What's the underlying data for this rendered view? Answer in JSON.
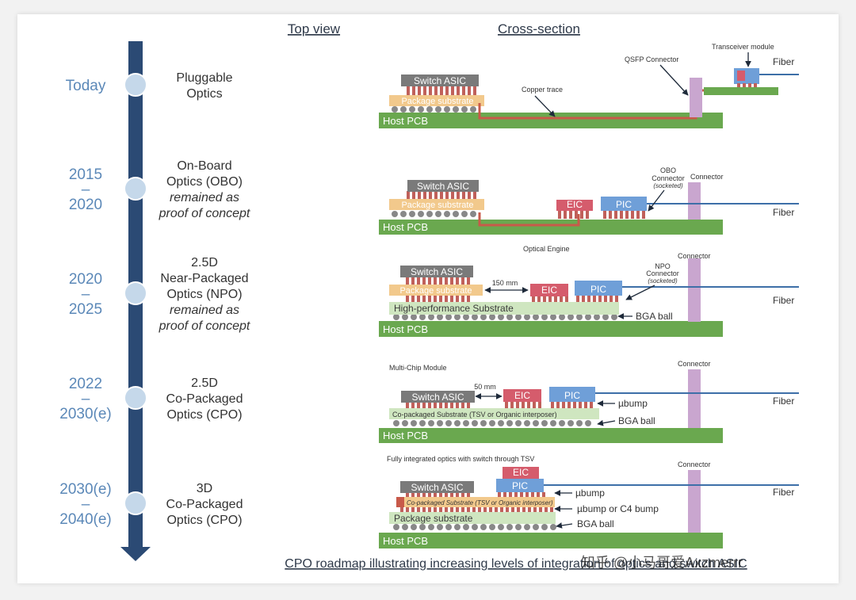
{
  "headers": {
    "top_view": "Top view",
    "cross_section": "Cross-section"
  },
  "timeline": [
    {
      "year_lines": [
        "Today"
      ],
      "stage_lines": [
        "Pluggable",
        "Optics"
      ],
      "italic_lines": []
    },
    {
      "year_lines": [
        "2015",
        "–",
        "2020"
      ],
      "stage_lines": [
        "On-Board",
        "Optics (OBO)"
      ],
      "italic_lines": [
        "remained as",
        "proof of concept"
      ]
    },
    {
      "year_lines": [
        "2020",
        "–",
        "2025"
      ],
      "stage_lines": [
        "2.5D",
        "Near-Packaged",
        "Optics (NPO)"
      ],
      "italic_lines": [
        "remained as",
        "proof of concept"
      ]
    },
    {
      "year_lines": [
        "2022",
        "–",
        "2030(e)"
      ],
      "stage_lines": [
        "2.5D",
        "Co-Packaged",
        "Optics (CPO)"
      ],
      "italic_lines": []
    },
    {
      "year_lines": [
        "2030(e)",
        "–",
        "2040(e)"
      ],
      "stage_lines": [
        "3D",
        "Co-Packaged",
        "Optics (CPO)"
      ],
      "italic_lines": []
    }
  ],
  "labels": {
    "switch_asic": "Switch ASIC",
    "package_substrate": "Package substrate",
    "host_pcb": "Host PCB",
    "fiber": "Fiber",
    "eic": "EIC",
    "pic": "PIC",
    "connector": "Connector",
    "copper_trace": "Copper trace",
    "qsfp_connector": "QSFP Connector",
    "transceiver_module": "Transceiver module",
    "obo_connector": [
      "OBO",
      "Connector"
    ],
    "socketed": "(socketed)",
    "optical_engine": "Optical Engine",
    "npo_connector": [
      "NPO",
      "Connector"
    ],
    "high_perf_substrate": "High-performance Substrate",
    "distance_150": "150 mm",
    "distance_50": "50 mm",
    "bga_ball": "BGA ball",
    "ubump": "µbump",
    "ubump_c4": "µbump or C4 bump",
    "multi_chip_module": "Multi-Chip Module",
    "copackaged_substrate": "Co-packaged Substrate (TSV or Organic interposer)",
    "tsv": "TSV",
    "fully_integrated": "Fully integrated optics with switch through TSV"
  },
  "caption": "CPO roadmap illustrating increasing levels of integration of optics and switch ASIC",
  "watermark": "知乎 @小马哥爱Axzmerrr",
  "colors": {
    "axis": "#2b4a74",
    "node": "#c5d8ea",
    "year": "#5b88b8",
    "asic": "#7a7a7a",
    "pad": "#c0605a",
    "package": "#f2c98c",
    "pcb": "#6aa84f",
    "eic": "#d55c6c",
    "pic": "#6f9fd8",
    "connector": "#c9a6cf",
    "fiber": "#3d6fa8",
    "trace": "#c85a4a",
    "hp_substrate": "#cfe6c0",
    "ball": "#888888"
  }
}
